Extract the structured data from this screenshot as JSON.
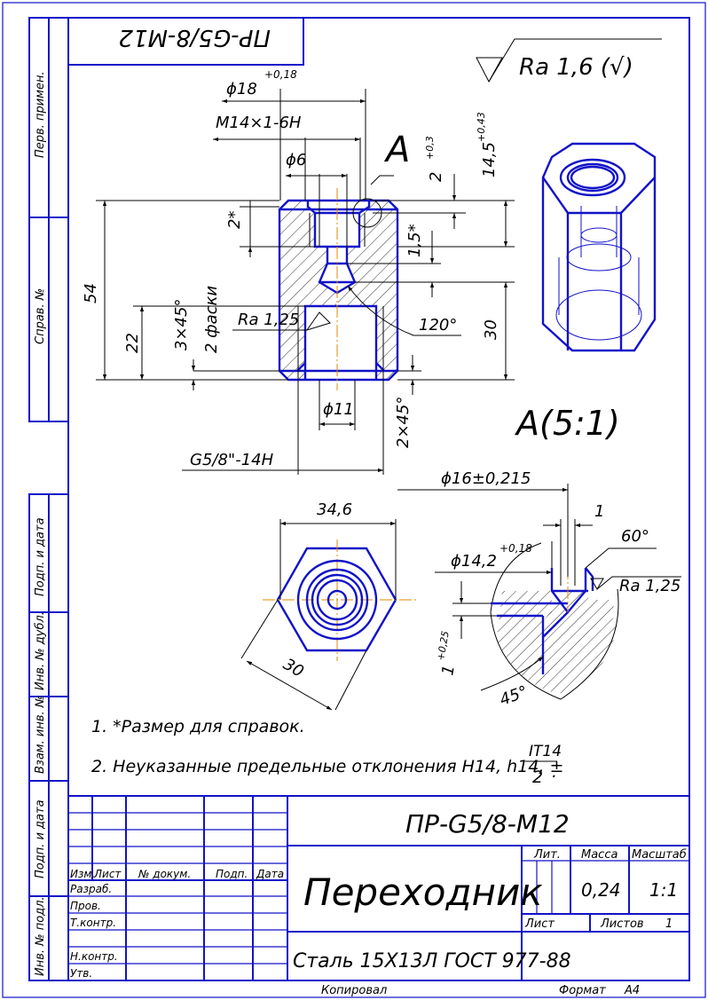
{
  "drawing": {
    "designation_mirrored": "ПР-G5/8-М12",
    "roughness_general": "Ra 1,6 (√)",
    "section_label": "A",
    "detail_label": "A(5:1)",
    "dims": {
      "d18": "ϕ18",
      "d18_tol": "+0,18",
      "m14": "М14×1-6Н",
      "d6": "ϕ6",
      "len_2": "2",
      "len_2_tol": "+0,3",
      "len_14_5": "14,5",
      "len_14_5_tol": "+0,43",
      "len_2_star": "2*",
      "len_1_5_star": "1,5*",
      "len_54": "54",
      "len_22": "22",
      "chamfer_3x45": "3×45°",
      "chamfer_note": "2 фаски",
      "ra_1_25": "Ra 1,25",
      "angle_120": "120°",
      "len_30": "30",
      "d11": "ϕ11",
      "chamfer_2x45": "2×45°",
      "g58": "G5/8\"-14H",
      "d16": "ϕ16±0,215",
      "detail_1": "1",
      "angle_60": "60°",
      "d14_2": "ϕ14,2",
      "d14_2_tol": "+0,18",
      "detail_ra": "Ra 1,25",
      "detail_1_tol_v": "1",
      "detail_1_tol_v_tol": "+0,25",
      "angle_45": "45°",
      "hex_34_6": "34,6",
      "hex_30": "30"
    },
    "notes": {
      "note1": "1. *Размер для справок.",
      "note2": "2. Неуказанные предельные отклонения H14, h14, ±",
      "frac_num": "IT14",
      "frac_den": "2",
      "frac_dot": "."
    }
  },
  "side_stamps": {
    "perv_primen": "Перв. примен.",
    "sprav_no": "Справ. №",
    "podp_data_1": "Подп. и дата",
    "inv_dubl": "Инв. № дубл.",
    "vzam_inv": "Взам. инв. №",
    "podp_data_2": "Подп. и дата",
    "inv_podl": "Инв. № подл."
  },
  "title_block": {
    "designation": "ПР-G5/8-М12",
    "name": "Переходник",
    "material": "Сталь 15Х13Л ГОСТ 977-88",
    "h_izm": "Изм.",
    "h_list": "Лист",
    "h_ndokum": "№ докум.",
    "h_podp": "Подп.",
    "h_data": "Дата",
    "r_razrab": "Разраб.",
    "r_prov": "Пров.",
    "r_tkontr": "Т.контр.",
    "r_nkontr": "Н.контр.",
    "r_utv": "Утв.",
    "lit": "Лит.",
    "massa": "Масса",
    "masshtab": "Масштаб",
    "massa_val": "0,24",
    "masshtab_val": "1:1",
    "list": "Лист",
    "listov": "Листов",
    "listov_val": "1"
  },
  "footer": {
    "kopiroval": "Копировал",
    "format": "Формат",
    "format_val": "А4"
  }
}
